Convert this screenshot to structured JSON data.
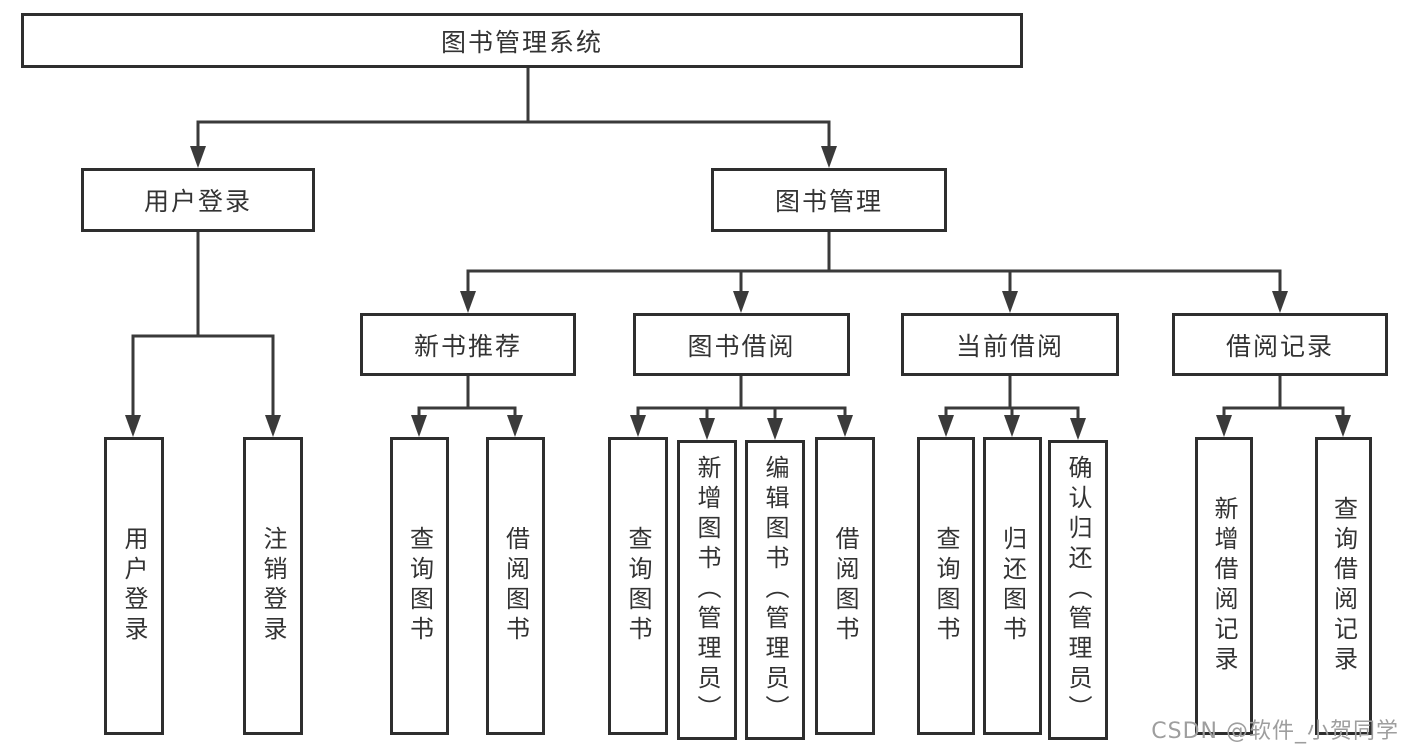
{
  "diagram": {
    "title": "图书管理系统",
    "root": {
      "label": "图书管理系统"
    },
    "nodes": [
      {
        "id": "user-login",
        "label": "用户登录",
        "children": [
          "用户登录",
          "注销登录"
        ]
      },
      {
        "id": "book-management",
        "label": "图书管理",
        "sections": [
          {
            "label": "新书推荐",
            "children": [
              "查询图书",
              "借阅图书"
            ]
          },
          {
            "label": "图书借阅",
            "children": [
              "查询图书",
              "新增图书（管理员）",
              "编辑图书（管理员）",
              "借阅图书"
            ]
          },
          {
            "label": "当前借阅",
            "children": [
              "查询图书",
              "归还图书",
              "确认归还（管理员）"
            ]
          },
          {
            "label": "借阅记录",
            "children": [
              "新增借阅记录",
              "查询借阅记录"
            ]
          }
        ]
      }
    ]
  },
  "colors": {
    "line": "#3a3a3a",
    "box_border": "#2e2e2e",
    "text": "#333333",
    "background": "#ffffff",
    "watermark": "#9e9e9e"
  },
  "watermark": {
    "text": "CSDN @软件_小贺同学"
  }
}
